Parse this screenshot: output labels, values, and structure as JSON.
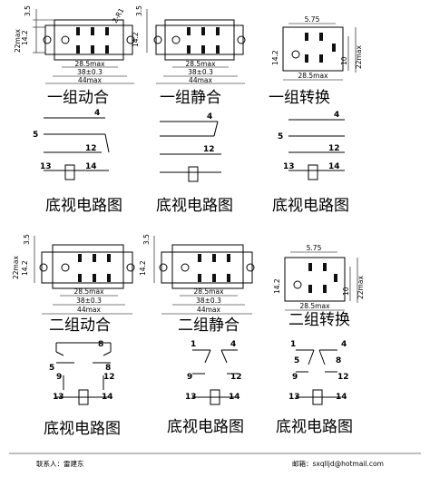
{
  "dims": {
    "d35": "3.5",
    "d142": "14.2",
    "d22max": "22max",
    "d2r1": "2-R1",
    "d285max": "28.5max",
    "d38": "38±0.3",
    "d44max": "44max",
    "d575": "5.75",
    "d10": "10",
    "d22max_b": "22max"
  },
  "captions": {
    "r1c1": "一组动合",
    "r1c2": "一组静合",
    "r1c3": "一组转换",
    "r2c1": "二组动合",
    "r2c2": "二组静合",
    "r2c3": "二组转换",
    "bottom_view": "底视电路图"
  },
  "pins": {
    "p1": "1",
    "p4": "4",
    "p5": "5",
    "p8": "8",
    "p9": "9",
    "p12": "12",
    "p13": "13",
    "p14": "14"
  },
  "footer": {
    "contact": "联系人：雷建东",
    "email": "邮箱：sxqlljd@hotmail.com"
  }
}
